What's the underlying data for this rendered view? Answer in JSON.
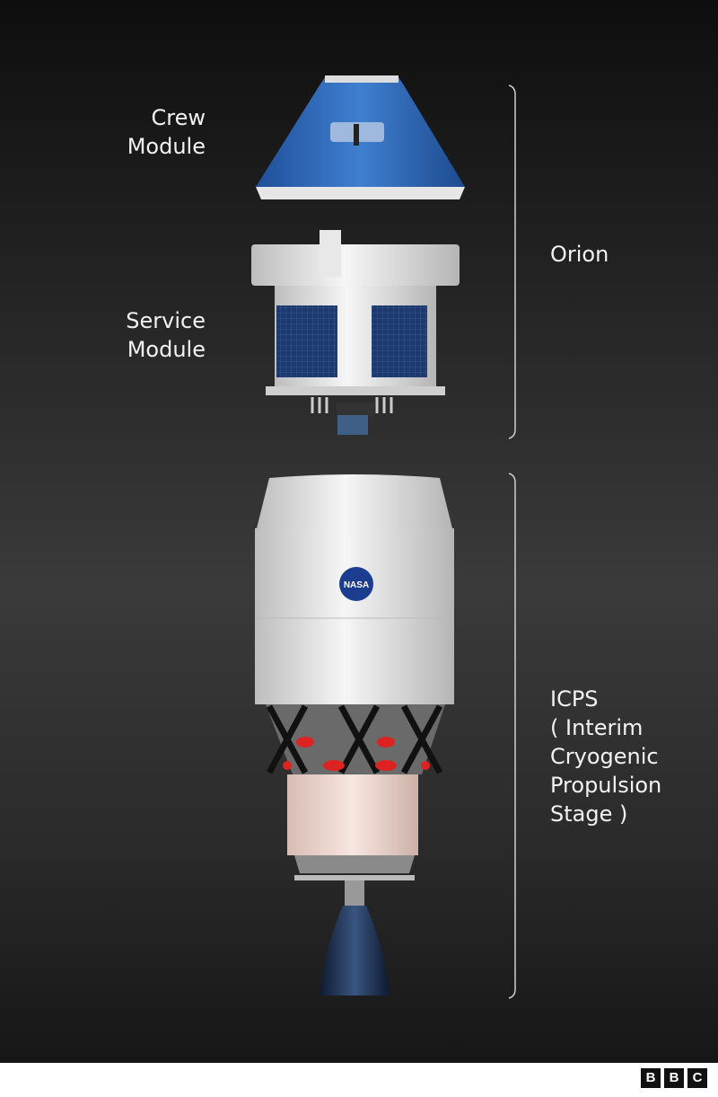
{
  "labels": {
    "crew_module": [
      "Crew",
      "Module"
    ],
    "service_module": [
      "Service",
      "Module"
    ],
    "orion": "Orion",
    "icps": [
      "ICPS",
      "( Interim",
      "Cryogenic",
      "Propulsion",
      "Stage )"
    ]
  },
  "logo": {
    "letters": [
      "B",
      "B",
      "C"
    ],
    "nasa_text": "NASA"
  },
  "colors": {
    "background": "#262626",
    "capsule_blue": "#2f6bbd",
    "text": "#f2f2f2"
  }
}
